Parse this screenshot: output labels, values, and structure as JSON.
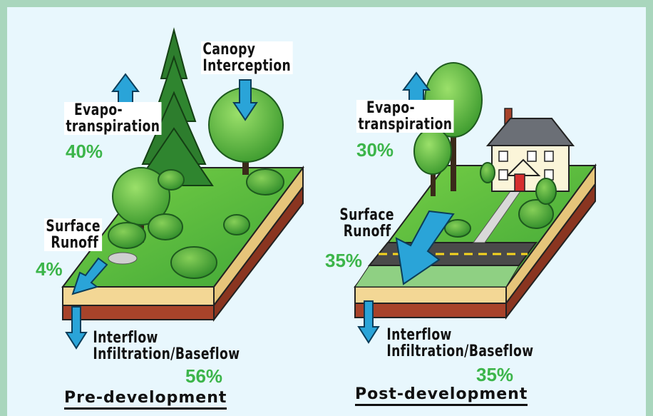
{
  "pre": {
    "title": "Pre-development",
    "evapo_line1": "Evapo-",
    "evapo_line2": "transpiration",
    "evapo_pct": "40%",
    "canopy_line1": "Canopy",
    "canopy_line2": "Interception",
    "runoff_line1": "Surface",
    "runoff_line2": "Runoff",
    "runoff_pct": "4%",
    "infil_line1": "Interflow",
    "infil_line2": "Infiltration/Baseflow",
    "infil_pct": "56%"
  },
  "post": {
    "title": "Post-development",
    "evapo_line1": "Evapo-",
    "evapo_line2": "transpiration",
    "evapo_pct": "30%",
    "runoff_line1": "Surface",
    "runoff_line2": "Runoff",
    "runoff_pct": "35%",
    "infil_line1": "Interflow",
    "infil_line2": "Infiltration/Baseflow",
    "infil_pct": "35%"
  },
  "colors": {
    "arrow": "#2aa4d8",
    "percent": "#3cb54a",
    "grass": "#4fb83a",
    "soil_sand": "#f3d795",
    "soil_clay": "#a8432a"
  }
}
